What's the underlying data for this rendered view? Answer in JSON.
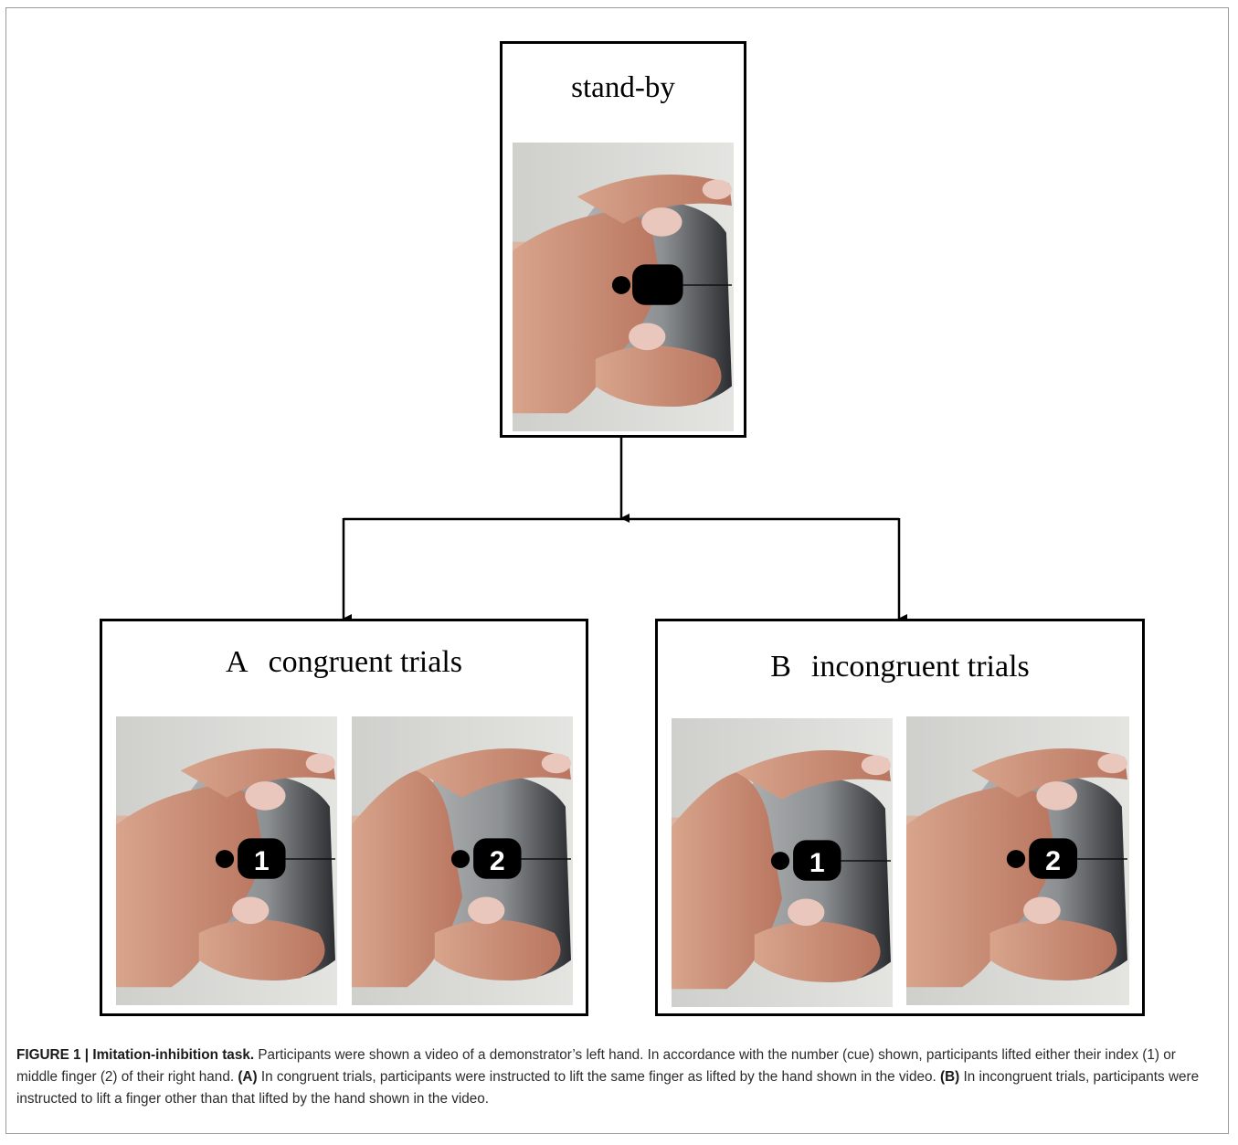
{
  "figure": {
    "standby": {
      "title": "stand-by"
    },
    "panel_a": {
      "letter": "A",
      "title": "congruent trials",
      "cues": [
        "1",
        "2"
      ]
    },
    "panel_b": {
      "letter": "B",
      "title": "incongruent trials",
      "cues": [
        "1",
        "2"
      ]
    },
    "colors": {
      "box_border": "#000000",
      "photo_background": "#d9d9d6",
      "skin": "#c98b72",
      "mouse": "#2b2d31"
    }
  },
  "caption": {
    "label": "FIGURE 1 | Imitation-inhibition task.",
    "text_1": " Participants were shown a video of a demonstrator’s left hand. In accordance with the number (cue) shown, participants lifted either their index (1) or middle finger (2) of their right hand. ",
    "marker_a": "(A)",
    "text_2": " In congruent trials, participants were instructed to lift the same finger as lifted by the hand shown in the video. ",
    "marker_b": "(B)",
    "text_3": " In incongruent trials, participants were instructed to lift a finger other than that lifted by the hand shown in the video."
  }
}
